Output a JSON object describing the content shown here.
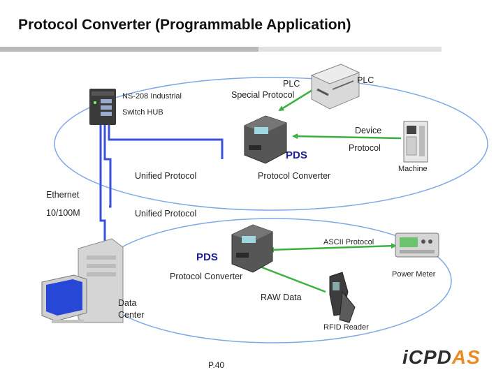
{
  "title": "Protocol Converter (Programmable Application)",
  "page_number": "P.40",
  "logo": {
    "text": "iCPDAS",
    "accent_color": "#ee8a22"
  },
  "colors": {
    "ellipse_border": "#7fa8e6",
    "ethernet_line": "#3a50d8",
    "link_arrow": "#3cb043",
    "pds_text": "#20209a"
  },
  "labels": {
    "plc_special_line1": "PLC",
    "plc_special_line2": "Special Protocol",
    "plc": "PLC",
    "switch_hub_line1": "NS-208 Industrial",
    "switch_hub_line2": "Switch HUB",
    "device_line1": "Device",
    "device_line2": "Protocol",
    "pds_top": "PDS",
    "machine": "Machine",
    "unified_protocol_top": "Unified Protocol",
    "protocol_converter_top": "Protocol Converter",
    "ethernet_line1": "Ethernet",
    "ethernet_line2": "10/100M",
    "unified_protocol_bottom": "Unified Protocol",
    "ascii_protocol": "ASCII Protocol",
    "pds_bottom": "PDS",
    "power_meter": "Power Meter",
    "protocol_converter_bottom": "Protocol Converter",
    "raw_data": "RAW Data",
    "data_center_line1": "Data",
    "data_center_line2": "Center",
    "rfid_reader": "RFID Reader"
  },
  "icons": [
    "switch-hub-icon",
    "plc-icon",
    "pds-module-icon",
    "machine-icon",
    "power-meter-icon",
    "rfid-reader-icon",
    "server-computer-icon"
  ]
}
